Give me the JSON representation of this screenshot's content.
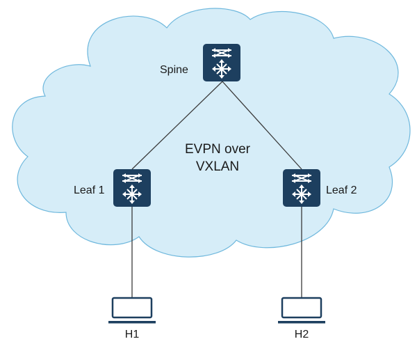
{
  "diagram": {
    "center_label": [
      "EVPN over",
      "VXLAN"
    ],
    "nodes": {
      "spine": {
        "label": "Spine",
        "icon": "switch-icon"
      },
      "leaf1": {
        "label": "Leaf 1",
        "icon": "switch-icon"
      },
      "leaf2": {
        "label": "Leaf 2",
        "icon": "switch-icon"
      },
      "h1": {
        "label": "H1",
        "icon": "laptop-icon"
      },
      "h2": {
        "label": "H2",
        "icon": "laptop-icon"
      }
    },
    "links": [
      [
        "spine",
        "leaf1"
      ],
      [
        "spine",
        "leaf2"
      ],
      [
        "leaf1",
        "h1"
      ],
      [
        "leaf2",
        "h2"
      ]
    ]
  },
  "colors": {
    "cloud_fill": "#d6edf8",
    "cloud_stroke": "#6fb8dd",
    "switch_fill": "#1d3f5f",
    "link": "#3a3a3a",
    "host": "#1d3f5f"
  }
}
